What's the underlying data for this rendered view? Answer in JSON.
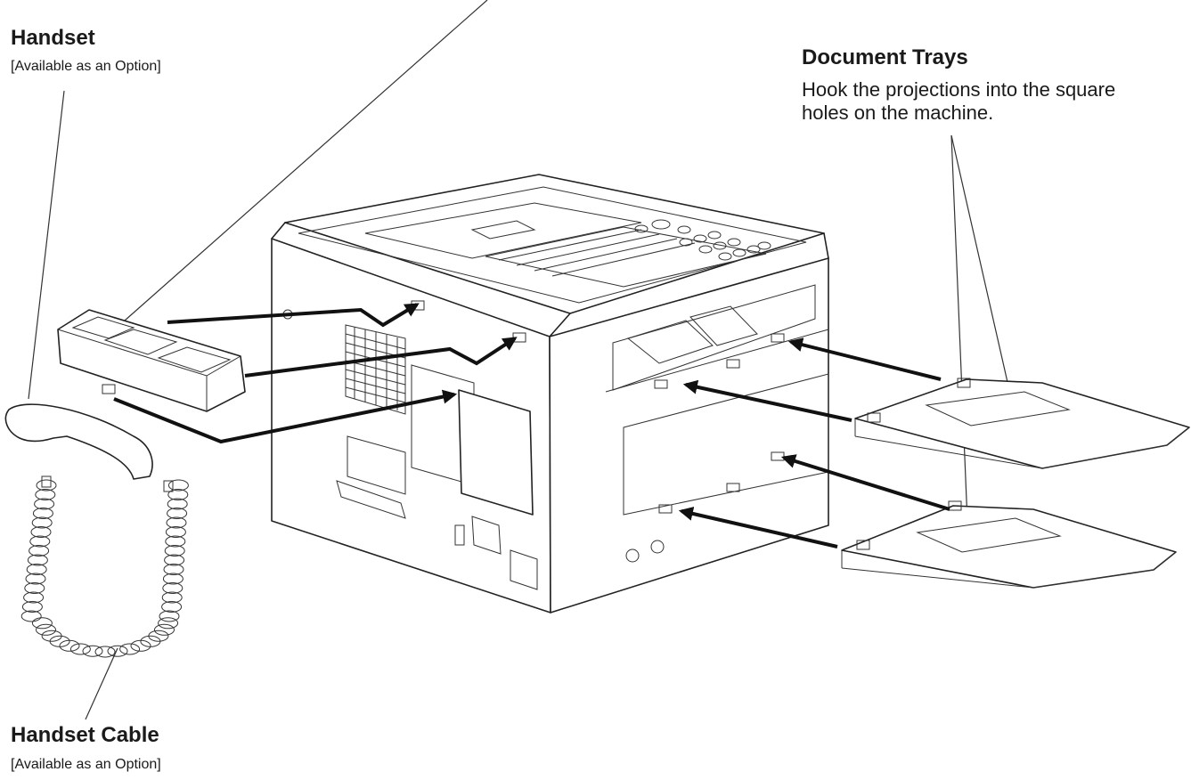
{
  "labels": {
    "handset": {
      "title": "Handset",
      "note": "[Available as an Option]"
    },
    "handset_cable": {
      "title": "Handset Cable",
      "note": "[Available as an Option]"
    },
    "document_trays": {
      "title": "Document Trays",
      "desc_line1": "Hook the projections into the square",
      "desc_line2": "holes on the machine."
    }
  }
}
